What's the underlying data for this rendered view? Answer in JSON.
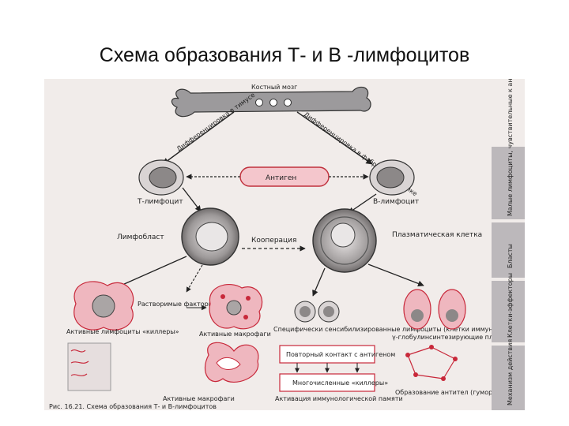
{
  "title": "Схема образования Т- и В -лимфоцитов",
  "diagram": {
    "bone_marrow": "Костный мозг",
    "diff_thymus": "Дифференцировка в тимусе",
    "diff_bursa": "Дифференцировка в фабрициевой сумке",
    "antigen": "Антиген",
    "t_lymphocyte": "Т-лимфоцит",
    "b_lymphocyte": "В-лимфоцит",
    "lymphoblast": "Лимфобласт",
    "cooperation": "Кооперация",
    "plasma_cell": "Плазматическая клетка",
    "soluble_factors": "Растворимые факторы лимфоцитов",
    "active_lymphocytes": "Активные лимфоциты «киллеры»",
    "active_macrophages": "Активные макрофаги",
    "specific_sensitized": "Специфически сенсибилизированные лимфоциты (клетки иммунологической памяти)",
    "gamma_globulin_cells": "γ-глобулинсинтезирующие плазматические клетки",
    "repeated_contact": "Повторный контакт с антигеном",
    "multiple_killers": "Многочисленные «киллеры»",
    "memory_activation": "Активация иммунологической памяти",
    "active_macrophages_bottom": "Активные макрофаги",
    "antibody_formation": "Образование антител (гуморальный иммунитет)",
    "side_1": "Малые лимфоциты, чувствительные к антигену",
    "side_2": "Бласты",
    "side_3": "Клетки-эффекторы",
    "side_4": "Механизм действия",
    "caption": "Рис. 16.21. Схема образования Т- и В-лимфоцитов"
  },
  "colors": {
    "antigen_fill": "#f4c6cc",
    "antigen_stroke": "#c0303c",
    "pink_cell": "#efb7bf",
    "accent_red": "#c8283a",
    "bone": "#9c9a9c",
    "side_panel": "#bcb8bb"
  }
}
